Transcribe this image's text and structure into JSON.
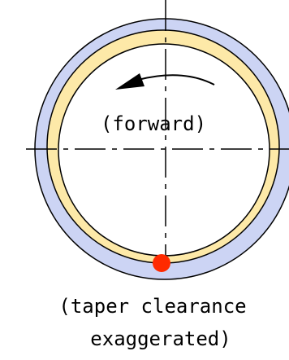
{
  "diagram": {
    "direction_label": "(forward)",
    "caption_line1": "(taper clearance",
    "caption_line2": "exaggerated)"
  },
  "colors": {
    "outer_ring": "#ccd4f4",
    "inner_ring": "#fde9a8",
    "contact_point": "#ff2a00",
    "line": "#000000",
    "inner_fill": "#ffffff"
  },
  "icons": {
    "rotation_arrow": "curved-arrow-left-icon",
    "contact_point": "red-dot-icon"
  }
}
